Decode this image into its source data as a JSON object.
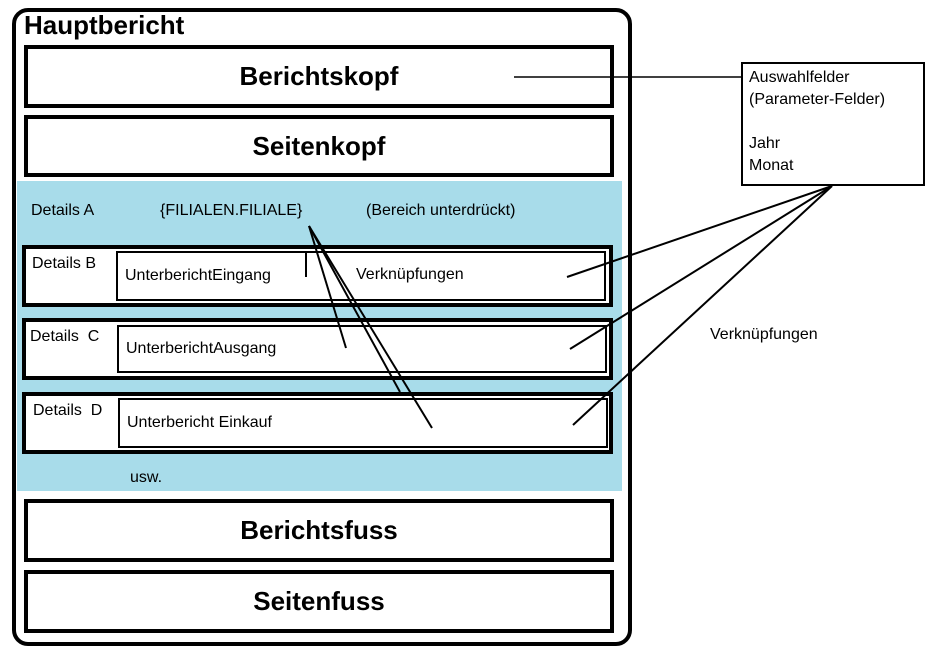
{
  "main_report": {
    "title": "Hauptbericht",
    "header": "Berichtskopf",
    "page_header": "Seitenkopf",
    "details_a": {
      "label": "Details A",
      "field": "{FILIALEN.FILIALE}",
      "note": "(Bereich unterdrückt)"
    },
    "details_b": {
      "label": "Details",
      "letter": "B",
      "subreport": "UnterberichtEingang",
      "links": "Verknüpfungen"
    },
    "details_c": {
      "label": "Details",
      "letter": "C",
      "subreport": "UnterberichtAusgang"
    },
    "details_d": {
      "label": "Details",
      "letter": "D",
      "subreport": "Unterbericht Einkauf"
    },
    "etc": "usw.",
    "footer": "Berichtsfuss",
    "page_footer": "Seitenfuss"
  },
  "parameters": {
    "line1": "Auswahlfelder",
    "line2": "(Parameter-Felder)",
    "line3": "",
    "line4": "Jahr",
    "line5": "Monat"
  },
  "links_label": "Verknüpfungen",
  "colors": {
    "details_background": "#a8dcea",
    "stroke": "#000000"
  }
}
